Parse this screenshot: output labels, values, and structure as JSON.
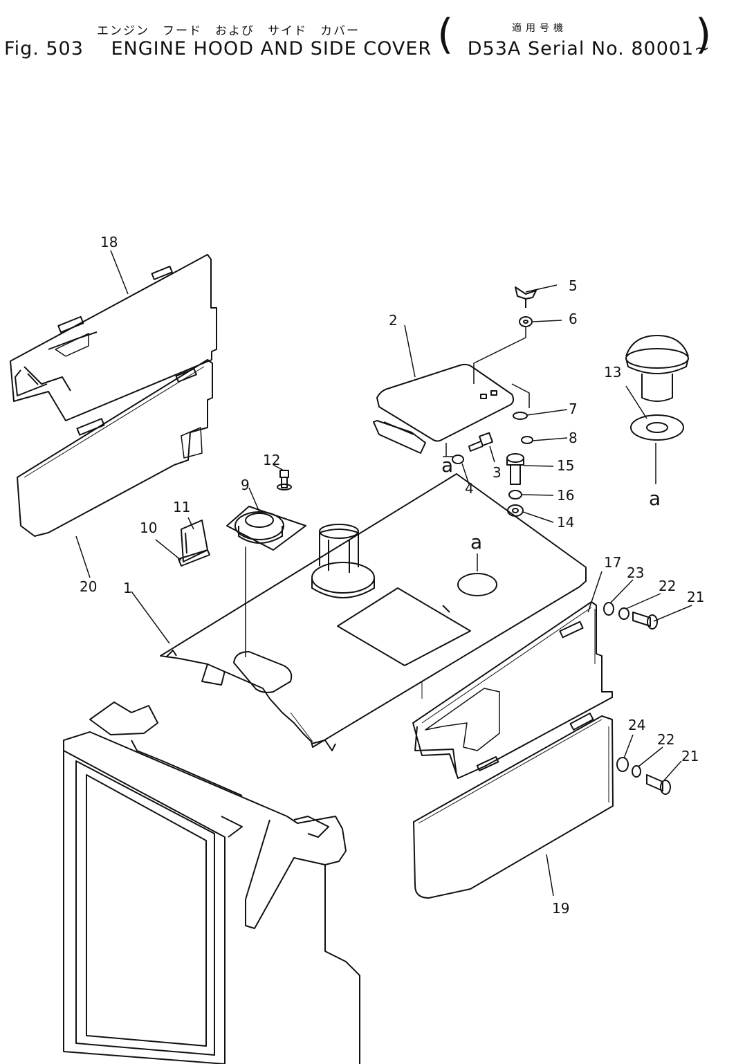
{
  "header": {
    "title_jp": "エンジン　フード　および　サイド　カバー",
    "serial_jp": "適用号機",
    "fig_label": "Fig. 503",
    "title_en": "ENGINE HOOD AND SIDE COVER",
    "model_serial": "D53A Serial No. 80001~"
  },
  "callouts": [
    {
      "id": "c1",
      "text": "1"
    },
    {
      "id": "c2",
      "text": "2"
    },
    {
      "id": "c3",
      "text": "3"
    },
    {
      "id": "c4",
      "text": "4"
    },
    {
      "id": "c5",
      "text": "5"
    },
    {
      "id": "c6",
      "text": "6"
    },
    {
      "id": "c7",
      "text": "7"
    },
    {
      "id": "c8",
      "text": "8"
    },
    {
      "id": "c9",
      "text": "9"
    },
    {
      "id": "c10",
      "text": "10"
    },
    {
      "id": "c11",
      "text": "11"
    },
    {
      "id": "c12",
      "text": "12"
    },
    {
      "id": "c13",
      "text": "13"
    },
    {
      "id": "c14",
      "text": "14"
    },
    {
      "id": "c15",
      "text": "15"
    },
    {
      "id": "c16",
      "text": "16"
    },
    {
      "id": "c17",
      "text": "17"
    },
    {
      "id": "c18",
      "text": "18"
    },
    {
      "id": "c19",
      "text": "19"
    },
    {
      "id": "c20",
      "text": "20"
    },
    {
      "id": "c21a",
      "text": "21"
    },
    {
      "id": "c21b",
      "text": "21"
    },
    {
      "id": "c22a",
      "text": "22"
    },
    {
      "id": "c22b",
      "text": "22"
    },
    {
      "id": "c23",
      "text": "23"
    },
    {
      "id": "c24",
      "text": "24"
    },
    {
      "id": "ca1",
      "text": "a"
    },
    {
      "id": "ca2",
      "text": "a"
    },
    {
      "id": "ca3",
      "text": "a"
    }
  ]
}
